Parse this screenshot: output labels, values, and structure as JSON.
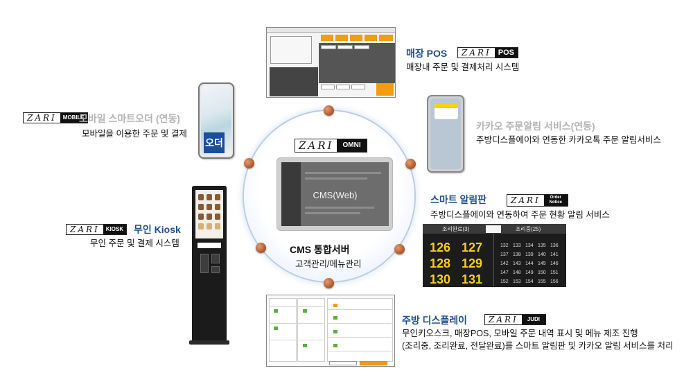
{
  "center": {
    "logo_word": "ZARI",
    "logo_badge": "OMNI",
    "screen_label": "CMS(Web)",
    "server_title": "CMS 통합서버",
    "server_desc": "고객관리/메뉴관리"
  },
  "pos": {
    "title": "매장 POS",
    "logo_word": "ZARI",
    "logo_badge": "POS",
    "desc": "매장내 주문 및 결제처리 시스템"
  },
  "mobile": {
    "logo_word": "ZARI",
    "logo_badge": "MOBILE",
    "title": "모바일 스마트오더 (연동)",
    "desc": "모바일을 이용한 주문 및 결제",
    "app_icon_text": "오더"
  },
  "kakao": {
    "title": "카카오 주문알림 서비스(연동)",
    "desc": "주방디스플에이와 연동한 카카오톡 주문 알림서비스"
  },
  "smart_board": {
    "title": "스마트 알림판",
    "logo_word": "ZARI",
    "logo_badge": "Order Notice",
    "desc": "주방디스플에이와 연동하여 주문 현황 알림 서비스",
    "left_header": "조리완료(3)",
    "right_header": "조리중(25)",
    "done_numbers": [
      "126",
      "127",
      "128",
      "129",
      "130",
      "131"
    ],
    "cooking_numbers": [
      "132",
      "133",
      "134",
      "135",
      "136",
      "137",
      "138",
      "139",
      "140",
      "141",
      "142",
      "143",
      "144",
      "145",
      "146",
      "147",
      "148",
      "149",
      "150",
      "151",
      "152",
      "153",
      "154",
      "155",
      "156"
    ]
  },
  "kiosk": {
    "logo_word": "ZARI",
    "logo_badge": "KIOSK",
    "title": "무인 Kiosk",
    "desc": "무인 주문 및 결제 시스템"
  },
  "kitchen": {
    "title": "주방 디스플레이",
    "logo_word": "ZARI",
    "logo_badge": "JUDI",
    "desc_line1": "무인키오스크, 매장POS, 모바일 주문 내역 표시 및 메뉴 제조 진행",
    "desc_line2": "(조리중, 조리완료,  전달완료)를 스마트 알림판 및 카카오 알림 서비스를 처리"
  },
  "colors": {
    "title_blue": "#1f4e8c",
    "title_gray": "#b4b4b4",
    "notice_yellow": "#f5cf1a",
    "pos_orange": "#f39c11",
    "connector_dot": "#a9542a"
  }
}
